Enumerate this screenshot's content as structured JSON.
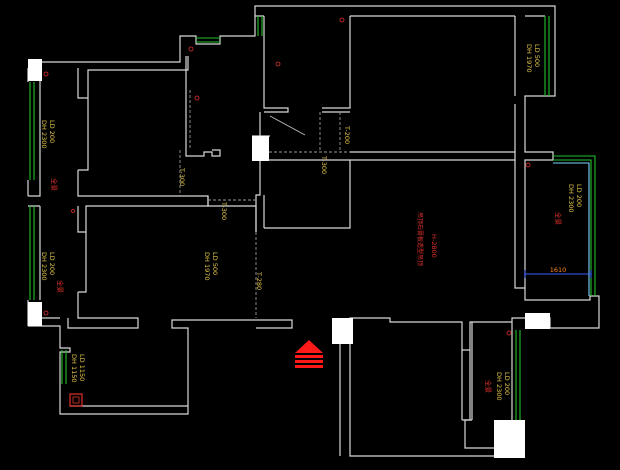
{
  "colors": {
    "background": "#000000",
    "wall": "#d8d8d8",
    "window_green": "#22c02a",
    "window_cyan": "#7ad8ff",
    "label_yellow": "#e6c84a",
    "label_red": "#e0302a",
    "dimension_blue": "#3a60ff",
    "dimension_text": "#ff8a1e",
    "entry_arrow": "#ff1a1a",
    "column": "#ffffff"
  },
  "openings": {
    "ld500_top_right": [
      "LD 500",
      "DH 1970"
    ],
    "ld500_center": [
      "LD 500",
      "DH 1970"
    ],
    "ld200_left_upper": [
      "LD 200",
      "DH 2300"
    ],
    "ld200_left_lower": [
      "LD 200",
      "DH 2300"
    ],
    "ld200_right": [
      "LD 200",
      "DH 2300"
    ],
    "ld200_bottom_right": [
      "LD 200",
      "DH 2300"
    ],
    "ld1150_bottom_left": [
      "LD 1150",
      "DH 1150"
    ]
  },
  "door_tags": {
    "t300_a": "T-300",
    "t300_b": "T-300",
    "t200": "T-200",
    "t280": "T-280",
    "t300_c": "T-300"
  },
  "red_labels": {
    "window_left_upper": "全景",
    "window_left_lower": "全景",
    "window_right": "全景",
    "window_bottom_right": "全景",
    "height_note": "H-2800",
    "ceiling_note": "吊顶石膏板造型吊顶"
  },
  "dimension": {
    "value": "1610"
  },
  "entry_symbol_icon": "entry-arrow-icon"
}
